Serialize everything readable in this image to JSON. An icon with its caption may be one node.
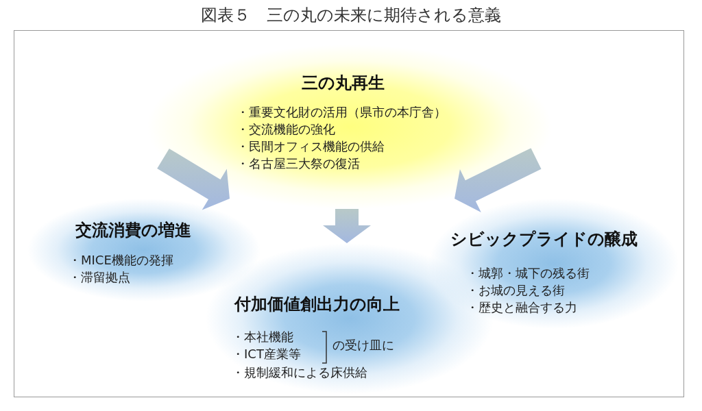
{
  "diagram": {
    "title": "図表５　三の丸の未来に期待される意義",
    "nodes": [
      {
        "text": [
          "三の丸再生",
          "・重要文化財の活用（県市の本庁舎）",
          "・交流機能の強化",
          "・民間オフィス機能の供給",
          "・名古屋三大祭の復活"
        ]
      },
      {
        "text": [
          "交流消費の増進",
          "・MICE機能の発揮",
          "・滞留拠点"
        ]
      },
      {
        "text": [
          "付加価値創出力の向上",
          "・本社機能",
          "・ICT産業等",
          "の受け皿に",
          "・規制緩和による床供給"
        ]
      },
      {
        "text": [
          "シビックプライドの醸成",
          "・城郭・城下の残る街",
          "・お城の見える街",
          "・歴史と融合する力"
        ]
      }
    ],
    "edges": [
      {
        "from": 0,
        "to": 1,
        "arrow": "to",
        "style": "thick"
      },
      {
        "from": 0,
        "to": 2,
        "arrow": "to",
        "style": "thick"
      },
      {
        "from": 0,
        "to": 3,
        "arrow": "to",
        "style": "thick"
      }
    ]
  }
}
